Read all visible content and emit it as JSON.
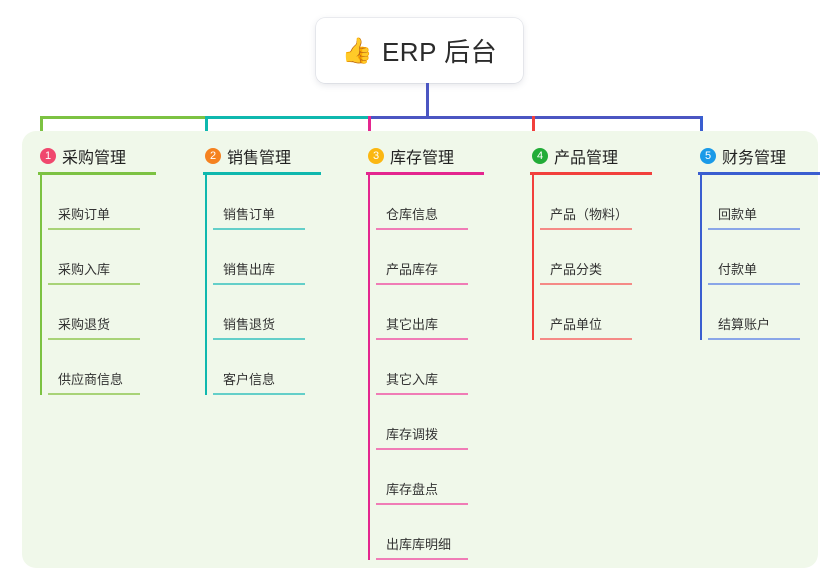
{
  "root": {
    "emoji": "👍",
    "emoji_name": "thumbs-up-icon",
    "title": "ERP 后台"
  },
  "palette": {
    "panel_background": "#f0f8ea",
    "page_background": "#ffffff",
    "root_stem": "#4b56c2",
    "bus_green": "#7cc242",
    "bus_teal": "#0fb8ae",
    "bus_blue": "#4b56c2"
  },
  "columns": [
    {
      "number": "1",
      "title": "采购管理",
      "badge_color": "#f0486e",
      "line_color": "#7cc242",
      "item_line_color": "#a8d377",
      "drop_color": "#7cc242",
      "items": [
        "采购订单",
        "采购入库",
        "采购退货",
        "供应商信息"
      ]
    },
    {
      "number": "2",
      "title": "销售管理",
      "badge_color": "#f58220",
      "line_color": "#0fb8ae",
      "item_line_color": "#63cfc9",
      "drop_color": "#0fb8ae",
      "items": [
        "销售订单",
        "销售出库",
        "销售退货",
        "客户信息"
      ]
    },
    {
      "number": "3",
      "title": "库存管理",
      "badge_color": "#fbb712",
      "line_color": "#e4268f",
      "item_line_color": "#f07cb6",
      "drop_color": "#e4268f",
      "items": [
        "仓库信息",
        "产品库存",
        "其它出库",
        "其它入库",
        "库存调拨",
        "库存盘点",
        "出库库明细"
      ]
    },
    {
      "number": "4",
      "title": "产品管理",
      "badge_color": "#22ac38",
      "line_color": "#f2403c",
      "item_line_color": "#f58a86",
      "drop_color": "#f2403c",
      "items": [
        "产品（物料）",
        "产品分类",
        "产品单位"
      ]
    },
    {
      "number": "5",
      "title": "财务管理",
      "badge_color": "#1a9ae8",
      "line_color": "#3a5ed0",
      "item_line_color": "#8aa6e8",
      "drop_color": "#3a5ed0",
      "items": [
        "回款单",
        "付款单",
        "结算账户"
      ]
    }
  ]
}
